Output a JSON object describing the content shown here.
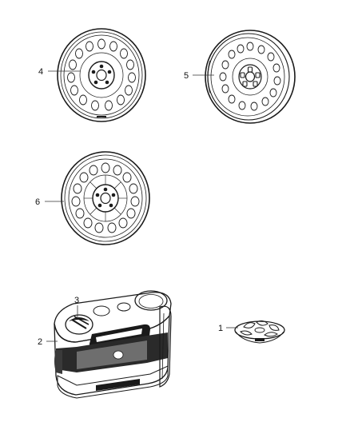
{
  "parts": [
    {
      "id": "wheel-4",
      "callout": "4",
      "kind": "steel-wheel"
    },
    {
      "id": "wheel-5",
      "callout": "5",
      "kind": "steel-wheel"
    },
    {
      "id": "wheel-6",
      "callout": "6",
      "kind": "steel-wheel"
    },
    {
      "id": "tire-inflator-kit",
      "callout": "2",
      "kind": "compressor-case"
    },
    {
      "id": "inflator-cap",
      "callout": "3",
      "kind": "cap"
    },
    {
      "id": "center-cap",
      "callout": "1",
      "kind": "hub-cap"
    }
  ]
}
